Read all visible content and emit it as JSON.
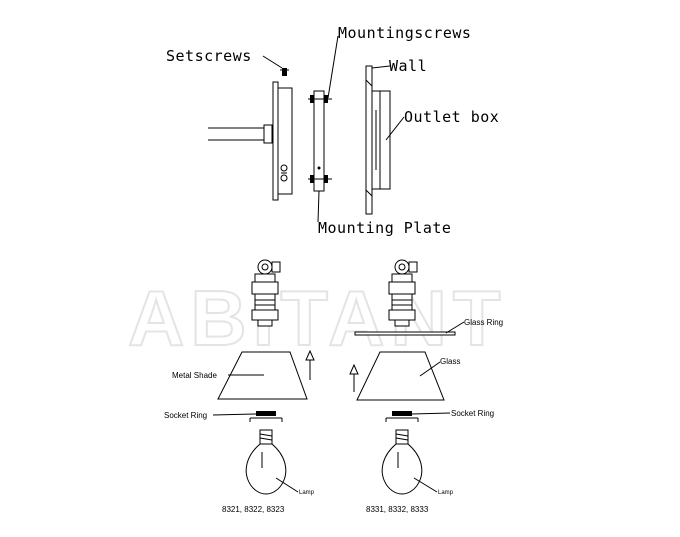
{
  "wall_diagram": {
    "setscrews_label": "Setscrews",
    "mountingscrews_label": "Mountingscrews",
    "wall_label": "Wall",
    "outlet_box_label": "Outlet box",
    "mounting_plate_label": "Mounting Plate"
  },
  "watermark": "ABITANT",
  "left_assembly": {
    "metal_shade_label": "Metal Shade",
    "socket_ring_label": "Socket Ring",
    "lamp_label": "Lamp",
    "models": "8321, 8322, 8323"
  },
  "right_assembly": {
    "glass_ring_label": "Glass Ring",
    "glass_label": "Glass",
    "socket_ring_label": "Socket Ring",
    "lamp_label": "Lamp",
    "models": "8331, 8332, 8333"
  }
}
